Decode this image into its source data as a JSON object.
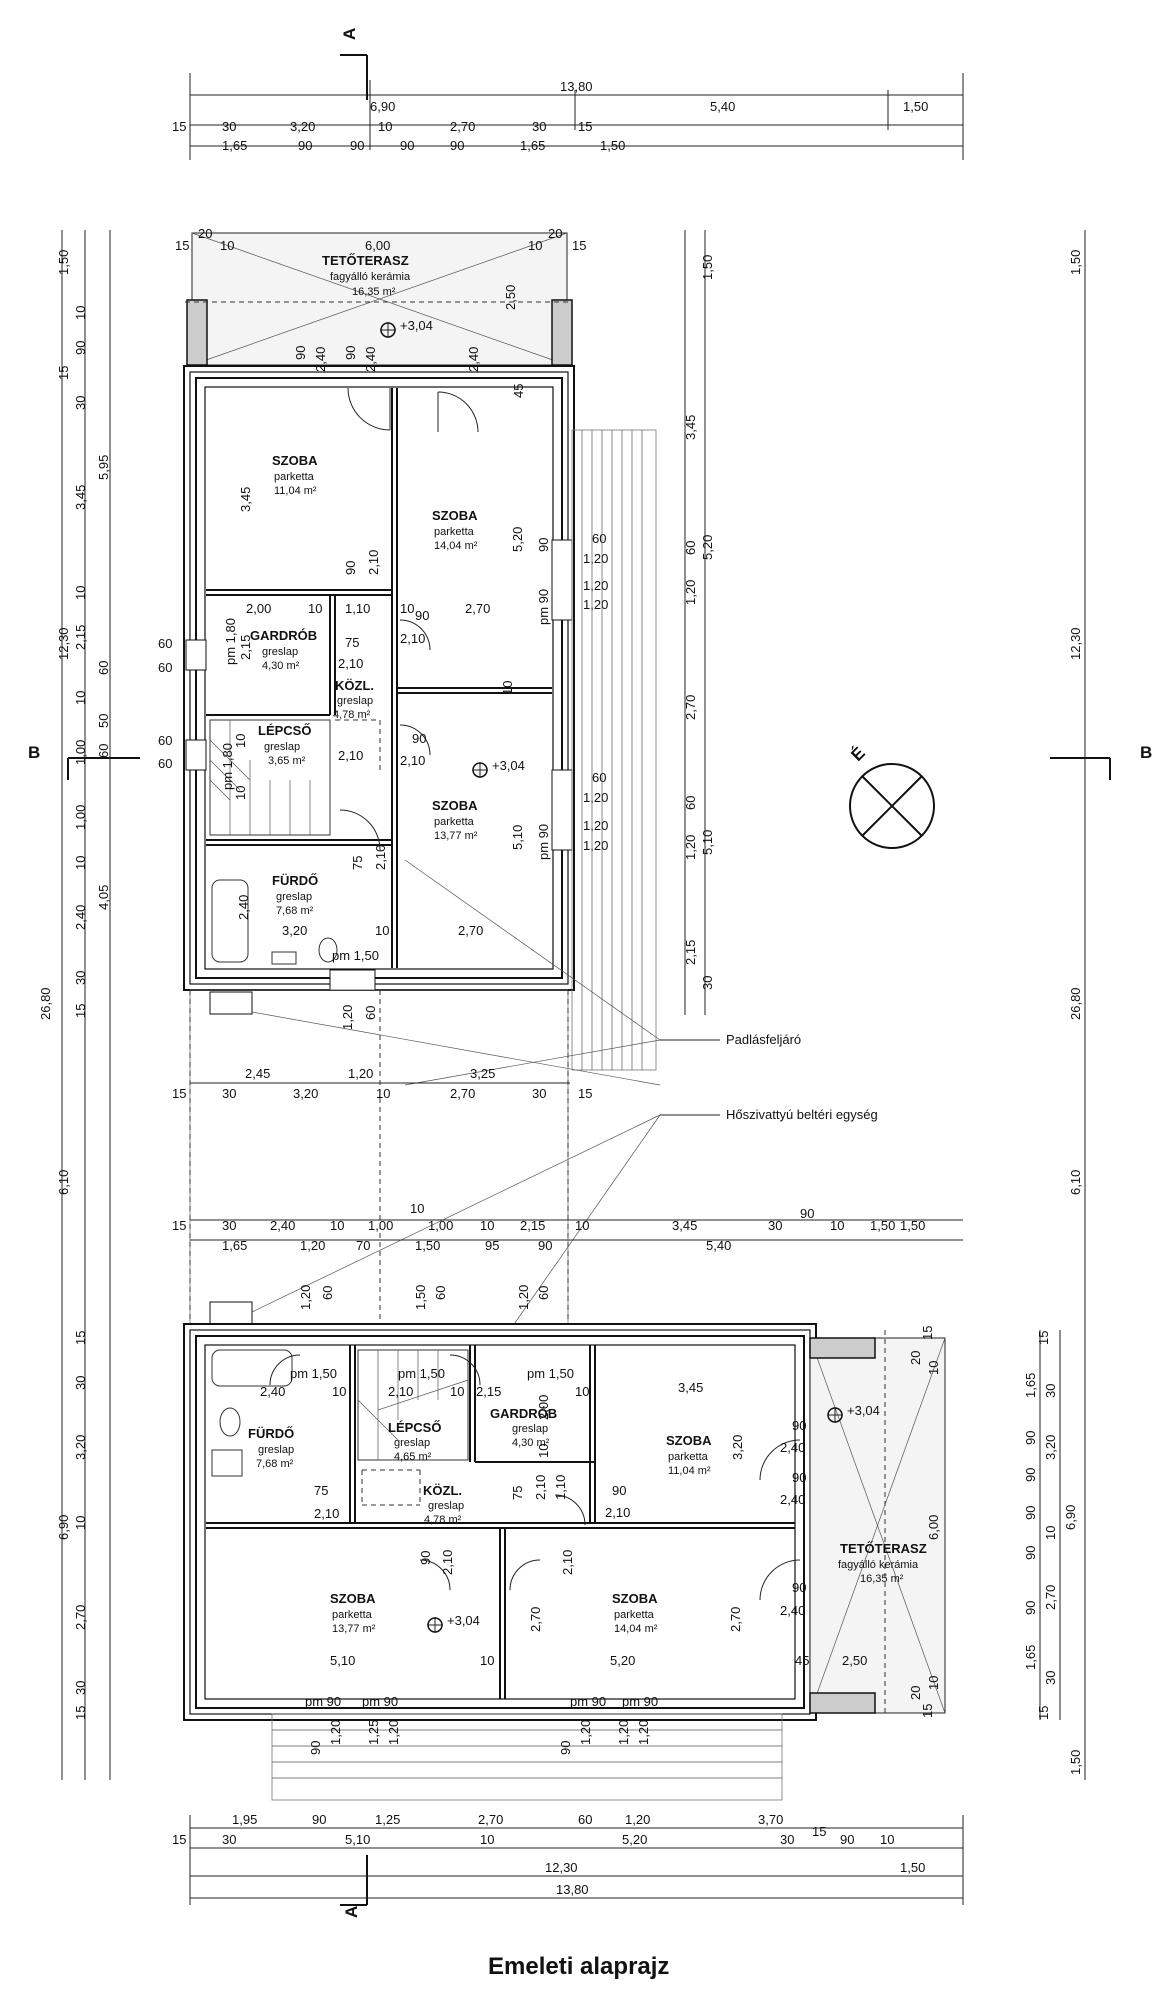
{
  "title": "Emeleti alaprajz",
  "section_marks": {
    "a": "A",
    "b": "B"
  },
  "north": "É",
  "level_mark": "+3,04",
  "callouts": {
    "attic_ladder": "Padlásfeljáró",
    "heat_pump": "Hőszivattyú beltéri egység"
  },
  "top_dims": {
    "total": "13,80",
    "row1": [
      "6,90",
      "5,40",
      "1,50"
    ],
    "row2": [
      "15",
      "30",
      "3,20",
      "10",
      "2,70",
      "30",
      "15"
    ],
    "row3": [
      "1,65",
      "90",
      "90",
      "90",
      "90",
      "1,65",
      "1,50"
    ]
  },
  "bottom_dims": {
    "row1": [
      "1,95",
      "90",
      "1,25",
      "2,70",
      "60",
      "1,20",
      "3,70"
    ],
    "row2": [
      "15",
      "30",
      "5,10",
      "10",
      "5,20",
      "30",
      "15",
      "90",
      "10"
    ],
    "row3": [
      "12,30",
      "1,50"
    ],
    "total": "13,80"
  },
  "mid_dims": {
    "row1": [
      "2,45",
      "1,20",
      "3,25"
    ],
    "row2": [
      "15",
      "30",
      "3,20",
      "10",
      "2,70",
      "30",
      "15"
    ],
    "row3": [
      "10",
      "15",
      "30",
      "2,40",
      "10",
      "1,00",
      "1,00",
      "10",
      "2,15",
      "10",
      "3,45",
      "30",
      "90",
      "10",
      "1,50"
    ],
    "row4": [
      "1,65",
      "1,20",
      "70",
      "1,50",
      "95",
      "90",
      "5,40"
    ]
  },
  "left_dims": [
    "1,50",
    "10",
    "90",
    "15",
    "30",
    "3,45",
    "5,95",
    "10",
    "12,30",
    "2,15",
    "60",
    "10",
    "50",
    "1,00",
    "60",
    "1,00",
    "10",
    "2,40",
    "4,05",
    "30",
    "15",
    "26,80",
    "6,10",
    "15",
    "30",
    "3,20",
    "6,90",
    "10",
    "2,70",
    "30",
    "15"
  ],
  "right_dims": [
    "1,50",
    "12,30",
    "26,80",
    "6,10",
    "1,50"
  ],
  "upper_rooms": [
    {
      "name": "TETŐTERASZ",
      "floor": "fagyálló kerámia",
      "area": "16,35 m²"
    },
    {
      "name": "SZOBA",
      "floor": "parketta",
      "area": "11,04 m²"
    },
    {
      "name": "SZOBA",
      "floor": "parketta",
      "area": "14,04 m²"
    },
    {
      "name": "GARDRÓB",
      "floor": "greslap",
      "area": "4,30 m²"
    },
    {
      "name": "KÖZL.",
      "floor": "greslap",
      "area": "4,78 m²"
    },
    {
      "name": "LÉPCSŐ",
      "floor": "greslap",
      "area": "3,65 m²"
    },
    {
      "name": "SZOBA",
      "floor": "parketta",
      "area": "13,77 m²"
    },
    {
      "name": "FÜRDŐ",
      "floor": "greslap",
      "area": "7,68 m²"
    }
  ],
  "lower_rooms": [
    {
      "name": "FÜRDŐ",
      "floor": "greslap",
      "area": "7,68 m²"
    },
    {
      "name": "LÉPCSŐ",
      "floor": "greslap",
      "area": "4,65 m²"
    },
    {
      "name": "GARDRÓB",
      "floor": "greslap",
      "area": "4,30 m²"
    },
    {
      "name": "SZOBA",
      "floor": "parketta",
      "area": "11,04 m²"
    },
    {
      "name": "KÖZL.",
      "floor": "greslap",
      "area": "4,78 m²"
    },
    {
      "name": "SZOBA",
      "floor": "parketta",
      "area": "13,77 m²"
    },
    {
      "name": "SZOBA",
      "floor": "parketta",
      "area": "14,04 m²"
    },
    {
      "name": "TETŐTERASZ",
      "floor": "fagyálló kerámia",
      "area": "16,35 m²"
    }
  ],
  "inner_dims": {
    "terrace": [
      "15",
      "20",
      "10",
      "6,00",
      "10",
      "20",
      "15",
      "2,50"
    ],
    "upper": [
      "90",
      "2,40",
      "90",
      "2,40",
      "2,40",
      "45",
      "3,45",
      "5,20",
      "90",
      "pm 90",
      "60",
      "1,20",
      "1,20",
      "1,20",
      "2,00",
      "10",
      "1,10",
      "10",
      "90",
      "2,70",
      "90",
      "2,10",
      "75",
      "2,10",
      "2,10",
      "pm 1,80",
      "2,15",
      "60",
      "60",
      "60",
      "60",
      "pm 1,80",
      "2,10",
      "10",
      "10",
      "90",
      "2,10",
      "10",
      "60",
      "1,20",
      "5,10",
      "pm 90",
      "1,20",
      "1,20",
      "75",
      "2,10",
      "2,40",
      "3,20",
      "10",
      "2,70",
      "pm 1,50",
      "1,20",
      "60"
    ],
    "lower": [
      "1,20",
      "60",
      "1,50",
      "60",
      "1,20",
      "60",
      "pm 1,50",
      "pm 1,50",
      "pm 1,50",
      "2,40",
      "10",
      "2,10",
      "10",
      "2,15",
      "10",
      "3,45",
      "2,00",
      "10",
      "3,20",
      "90",
      "2,40",
      "90",
      "2,40",
      "75",
      "2,10",
      "75",
      "2,10",
      "1,10",
      "90",
      "2,10",
      "90",
      "2,10",
      "2,10",
      "2,70",
      "2,70",
      "90",
      "2,40",
      "5,10",
      "10",
      "5,20",
      "45",
      "2,50",
      "pm 90",
      "pm 90",
      "pm 90",
      "pm 90",
      "90",
      "1,20",
      "1,25",
      "1,20",
      "90",
      "1,20",
      "1,20",
      "1,20",
      "20",
      "10",
      "6,00",
      "10",
      "20",
      "15",
      "15",
      "1,65",
      "30",
      "90",
      "3,20",
      "90",
      "90",
      "10",
      "90",
      "2,70",
      "90",
      "1,65",
      "30",
      "15"
    ]
  },
  "right_lower_dims": [
    "15",
    "1,65",
    "30",
    "90",
    "3,20",
    "90",
    "90",
    "6,90",
    "10",
    "90",
    "2,70",
    "90",
    "1,65",
    "30",
    "15",
    "1,50"
  ]
}
